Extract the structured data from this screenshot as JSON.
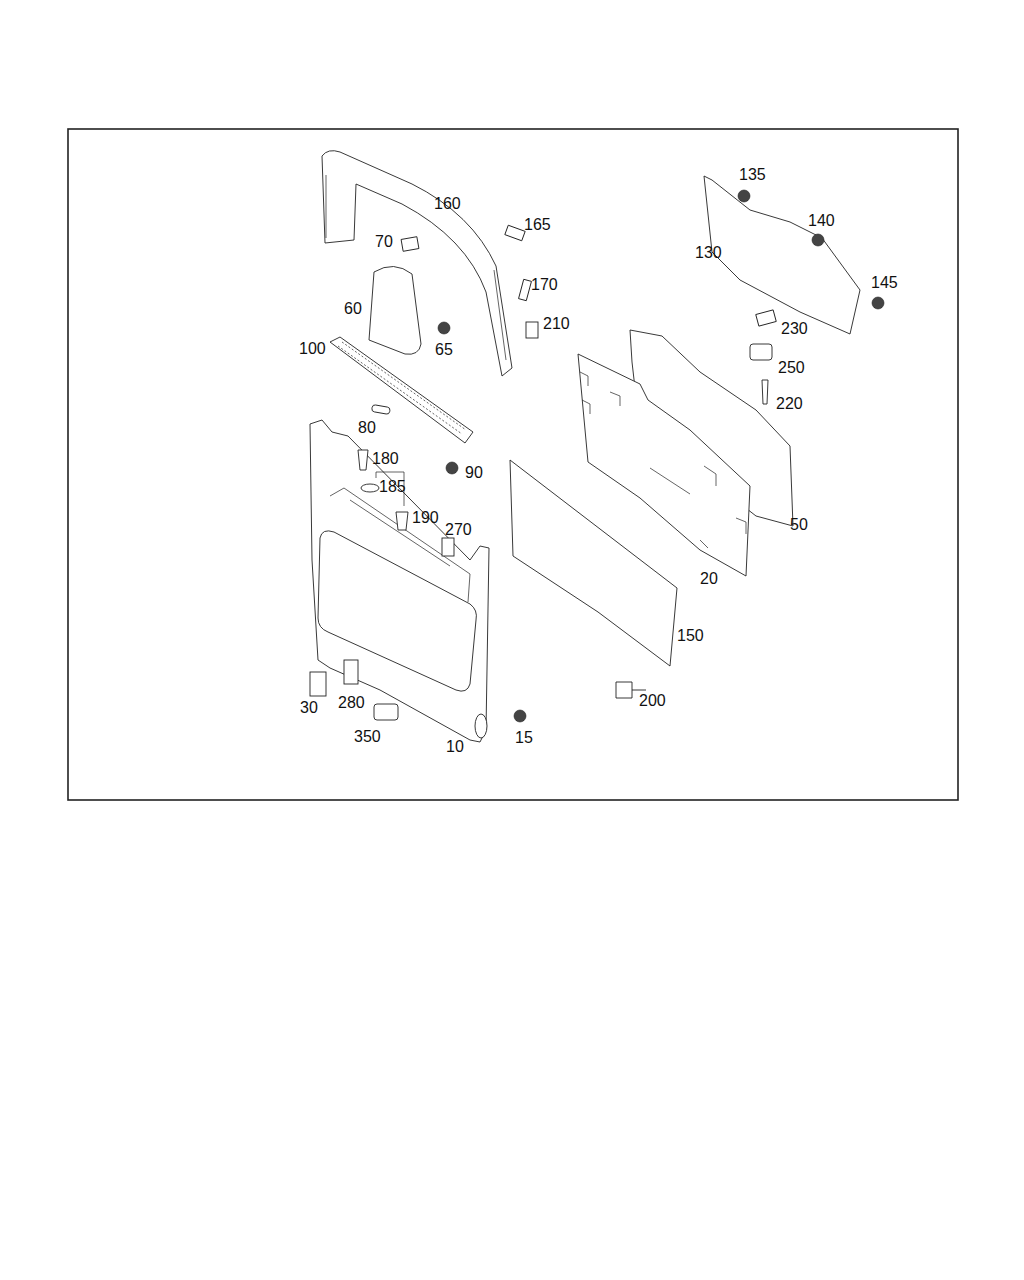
{
  "diagram": {
    "labels": [
      "160",
      "135",
      "70",
      "165",
      "140",
      "130",
      "170",
      "145",
      "60",
      "65",
      "210",
      "230",
      "100",
      "250",
      "220",
      "80",
      "180",
      "90",
      "185",
      "50",
      "190",
      "270",
      "20",
      "150",
      "200",
      "30",
      "280",
      "350",
      "10",
      "15"
    ]
  }
}
